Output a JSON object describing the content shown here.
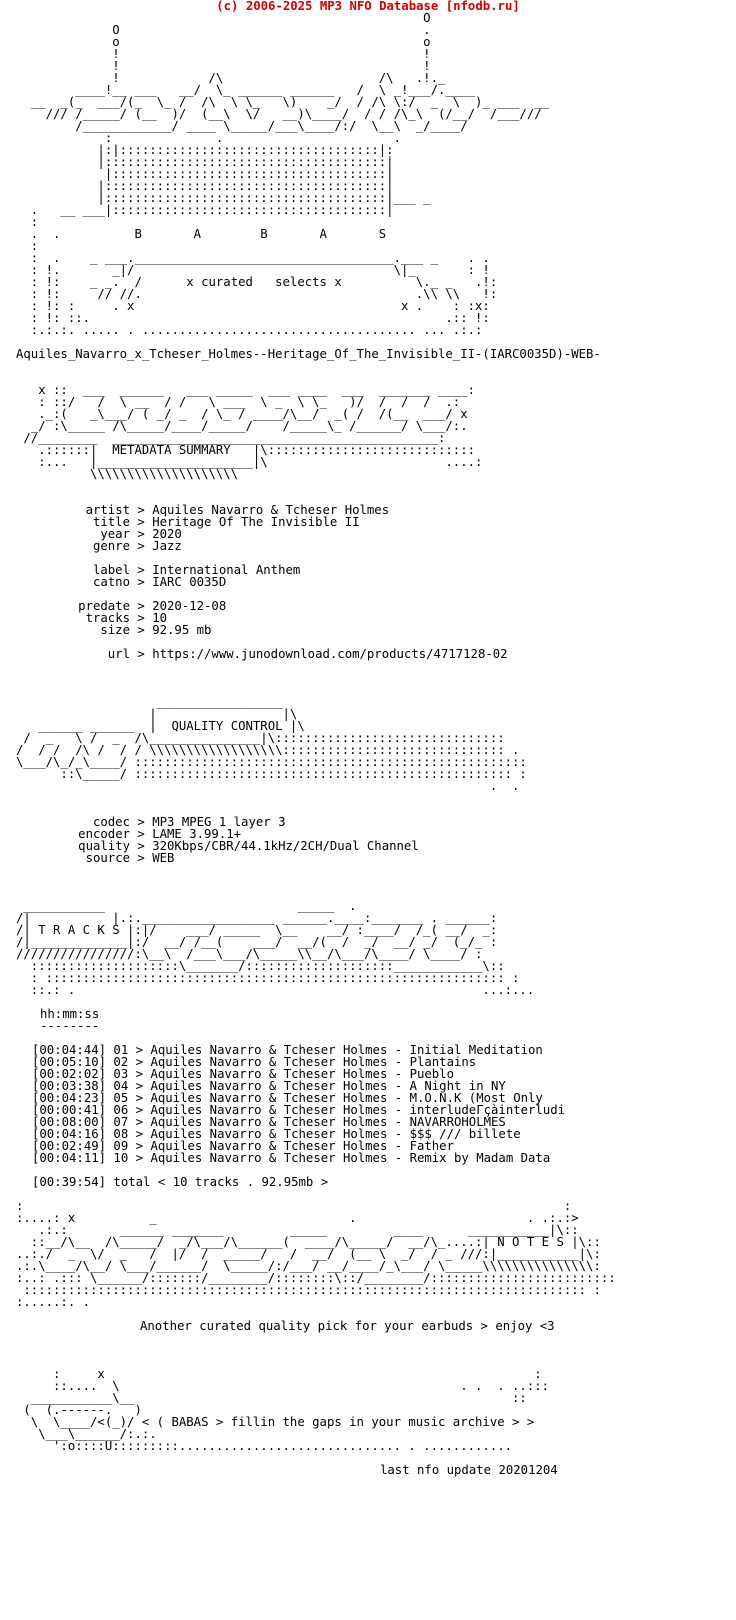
{
  "banner": "(c) 2006-2025 MP3 NFO Database [nfodb.ru]",
  "header_art": [
    "                                                       O",
    "             O                                         .",
    "             o                                         o",
    "             !                                         !",
    "             !                                         !",
    "             !            /\\                     /\\   .!._",
    "        ____!__ ___   __/  \\_ ______ ______   /  \\ _!___/.____",
    "  __  _(_  ___/(_  \\_ /  /\\  \\ \\_   \\)    _/  / /\\ \\:/  _  \\  )_ ___  __",
    "    /// /_____/ (__  )/  (__\\  \\/   __)\\____/  / / /\\_\\  (/__/  /___///",
    "        /____________/ ____ \\_____/___\\____/:/  \\__\\  _/____/",
    "            :              .                       .",
    "           |:|:::::::::::::::::::::::::::::::::::|:",
    "           |::::::::::::::::::::::::::::::::::::::|",
    "            |:::::::::::::::::::::::::::::::::::::|",
    "           |::::::::::::::::::::::::::::::::::::::|",
    "           |::::::::::::::::::::::::::::::::::::::|___ _",
    "  .   __ ___|:::::::::::::::::::::::::::::::::::::|",
    "  :",
    "  .  .          B       A        B       A       S",
    "  :",
    "  :  .    _ ___.___________________________________.___ _    . .",
    "  : !.       _|/                                   \\|_       : !",
    "  : !:    _ _.  /      x curated   selects x          \\._ _   .!:",
    "  : !:     // //.                                     .\\\\ \\\\   !:",
    "  : !: :     . x                                    x .    : :x:",
    "  : !: ::.                                                .:: !:",
    "  :.:.:. ..... . ..................................... ... .:.:"
  ],
  "release_name": "Aquiles_Navarro_x_Tcheser_Holmes--Heritage_Of_The_Invisible_II-(IARC0035D)-WEB-",
  "metadata_art": [
    "   x ::  ___  ______   ___ _____  ___ ____  ___  _______ ____:",
    "   : ::/   /  \\ __  / /   \\ ___  \\ _  \\ \\_   )/  /  /  /  .:",
    "   ._:(   _\\___/ ( _/ _  / \\_ / ____/\\__/  _( /  /(__  ___/ x",
    "  _/ :\\_____ /\\_____/____/_____/    /_____\\_ /______/ \\___/:.",
    " //________  ____________________________________________:",
    "   .::::::|  METADATA SUMMARY   |\\::::::::::::::::::::::::::::",
    "   :...   |_____________________|\\                        ....:",
    "          \\\\\\\\\\\\\\\\\\\\\\\\\\\\\\\\\\\\\\\\"
  ],
  "metadata": [
    {
      "key": "artist",
      "value": "Aquiles Navarro & Tcheser Holmes"
    },
    {
      "key": "title",
      "value": "Heritage Of The Invisible II"
    },
    {
      "key": "year",
      "value": "2020"
    },
    {
      "key": "genre",
      "value": "Jazz"
    }
  ],
  "metadata2": [
    {
      "key": "label",
      "value": "International Anthem"
    },
    {
      "key": "catno",
      "value": "IARC 0035D"
    }
  ],
  "metadata3": [
    {
      "key": "predate",
      "value": "2020-12-08"
    },
    {
      "key": "tracks",
      "value": "10"
    },
    {
      "key": "size",
      "value": "92.95 mb"
    }
  ],
  "metadata4": [
    {
      "key": "url",
      "value": "https://www.junodownload.com/products/4717128-02"
    }
  ],
  "quality_art": [
    "                   _________________",
    "                  |                 |\\",
    "   ______ ______  |  QUALITY CONTROL |\\",
    " /  _   \\ /  _  /\\_______________|\\:::::::::::::::::::::::::::::::",
    "/  / /  /\\ /  / / \\\\\\\\\\\\\\\\\\\\\\\\\\\\\\\\\\\\:::::::::::::::::::::::::::::: .",
    "\\___/\\_/_\\____/ :::::::::::::::::::::::::::::::::::::::::::::::::::::",
    "      ::\\_____/ ::::::::::::::::::::::::::::::::::::::::::::::::::: :",
    "                                                                .  ."
  ],
  "quality": [
    {
      "key": "codec",
      "value": "MP3 MPEG 1 layer 3"
    },
    {
      "key": "encoder",
      "value": "LAME 3.99.1+"
    },
    {
      "key": "quality",
      "value": "320Kbps/CBR/44.1kHz/2CH/Dual Channel"
    },
    {
      "key": "source",
      "value": "WEB"
    }
  ],
  "tracks_art": [
    " ___________                          _____  .",
    "/|           |.:.__________________ ______.____:_______ . ______:",
    "/| T R A C K S |:|/    ___/ _____  \\__    __/ :____/  /_( __/  _: ",
    "/|_____________|:/  __/ /__(    ___/  __/(  /  _/  __/ _/  (_/_ :",
    "////////////////:\\__\\  /___\\___/\\_____\\\\__/\\___/\\____/ \\____/ : ",
    "  ::::::::::::::::::::\\_______/::::::::::::::::::::____________\\::",
    "  : :::::::::::::::::::::::::::::::::::::::::::::::::::::::::::::: :",
    "  ::.: .                                                       ...:..."
  ],
  "tracks_header": "hh:mm:ss",
  "tracks_rule": "--------",
  "tracks": [
    "[00:04:44] 01 > Aquiles Navarro & Tcheser Holmes - Initial Meditation",
    "[00:05:10] 02 > Aquiles Navarro & Tcheser Holmes - Plantains",
    "[00:02:02] 03 > Aquiles Navarro & Tcheser Holmes - Pueblo",
    "[00:03:38] 04 > Aquiles Navarro & Tcheser Holmes - A Night in NY",
    "[00:04:23] 05 > Aquiles Navarro & Tcheser Holmes - M.O.N.K (Most Only",
    "[00:00:41] 06 > Aquiles Navarro & Tcheser Holmes - interludeΓçàinterludi",
    "[00:08:00] 07 > Aquiles Navarro & Tcheser Holmes - NAVARROHOLMES",
    "[00:04:16] 08 > Aquiles Navarro & Tcheser Holmes - $$$ /// billete",
    "[00:02:49] 09 > Aquiles Navarro & Tcheser Holmes - Father",
    "[00:04:11] 10 > Aquiles Navarro & Tcheser Holmes - Remix by Madam Data"
  ],
  "tracks_total": "[00:39:54] total < 10 tracks . 92.95mb >",
  "notes_art": [
    ":                                                                         :",
    ":....: x          _                          .                       . .:.:>",
    "   .:.:       ______ _______         _____         ____      ___________|\\::",
    "  ::__/\\__  /\\_____/  _/\\___/\\______(  ____/\\_____/  __/\\_....:| N O T E S |\\::",
    "..:./  _  \\/  _   /  |/  /  _____/   /  __/  (__ \\  _/  / _ ///:|___________|\\:",
    ".:.\\____/\\__/ \\___/______/  \\_____/:/___/ __/____/_\\___/ \\_____\\\\\\\\\\\\\\\\\\\\\\\\\\\\\\:",
    ":..: .::: \\______/:::::::/________/::::::::\\::/________/:::::::::::::::::::::::::",
    " :::::::::::::::::::::::::::::::::::::::::::::::::::::::::::::::::::::::::::: :",
    ":.....:. ."
  ],
  "notes_text": "Another curated quality pick for your earbuds > enjoy <3",
  "footer_art": [
    "     :     x                                                          :",
    "     ::....  \\                                              . .  . ..:::",
    "  ___________\\__                                                   ::",
    " (  (.------.   )",
    "  \\  \\____/<(_)/ < ( BABAS > fillin the gaps in your music archive > >",
    "   \\___\\______/:.:.",
    "     ':o::::U:::::::::.............................. . ............"
  ],
  "footer_update": "last nfo update 20201204"
}
